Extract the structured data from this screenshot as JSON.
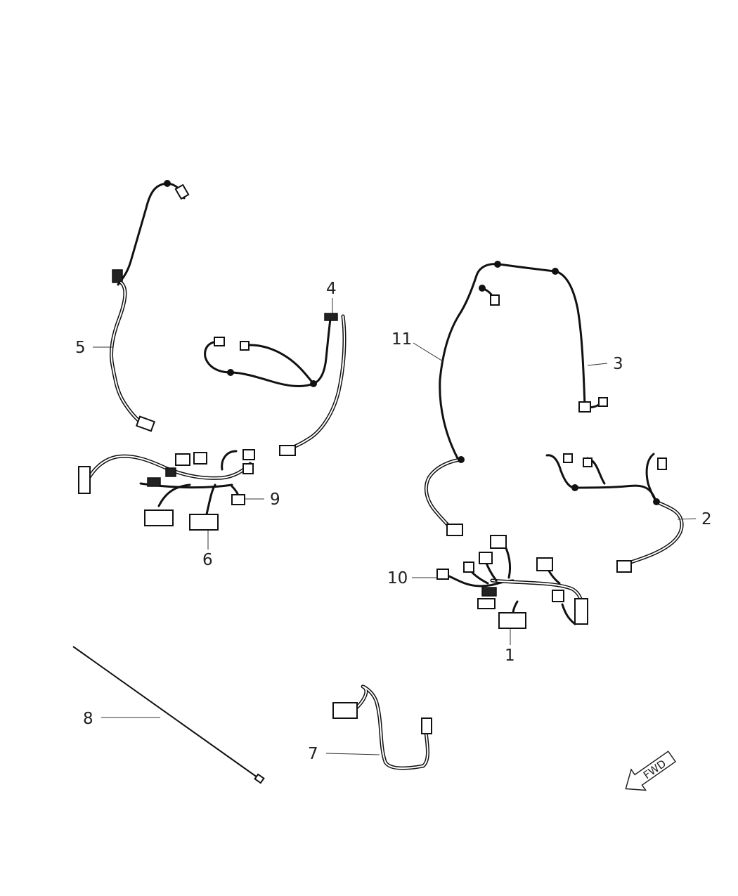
{
  "callouts": {
    "c1": "1",
    "c2": "2",
    "c3": "3",
    "c4": "4",
    "c5": "5",
    "c6": "6",
    "c7": "7",
    "c8": "8",
    "c9": "9",
    "c10": "10",
    "c11": "11"
  },
  "fwd_label": "FWD",
  "icons": {
    "fwd": "fwd-arrow-icon"
  }
}
